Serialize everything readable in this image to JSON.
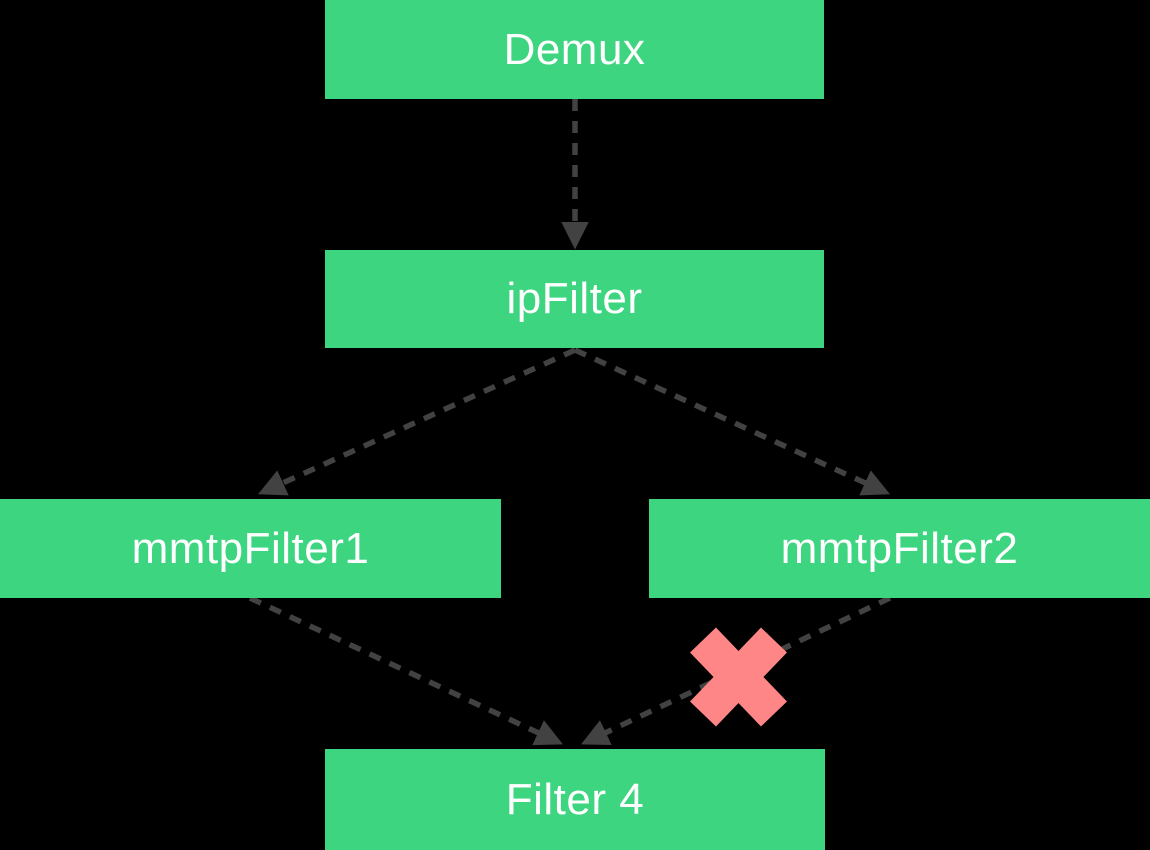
{
  "diagram": {
    "nodes": [
      {
        "id": "demux",
        "label": "Demux"
      },
      {
        "id": "ipfilter",
        "label": "ipFilter"
      },
      {
        "id": "mmtpfilter1",
        "label": "mmtpFilter1"
      },
      {
        "id": "mmtpfilter2",
        "label": "mmtpFilter2"
      },
      {
        "id": "filter4",
        "label": "Filter 4"
      }
    ],
    "edges": [
      {
        "from": "Demux",
        "to": "ipFilter",
        "style": "dashed-arrow",
        "blocked": false
      },
      {
        "from": "ipFilter",
        "to": "mmtpFilter1",
        "style": "dashed-arrow",
        "blocked": false
      },
      {
        "from": "ipFilter",
        "to": "mmtpFilter2",
        "style": "dashed-arrow",
        "blocked": false
      },
      {
        "from": "mmtpFilter1",
        "to": "Filter 4",
        "style": "dashed-arrow",
        "blocked": false
      },
      {
        "from": "mmtpFilter2",
        "to": "Filter 4",
        "style": "dashed-arrow",
        "blocked": true
      }
    ],
    "colors": {
      "background": "#000000",
      "node_fill": "#3ed581",
      "node_text": "#ffffff",
      "edge": "#424242",
      "blocked_x": "#ff8686"
    }
  }
}
